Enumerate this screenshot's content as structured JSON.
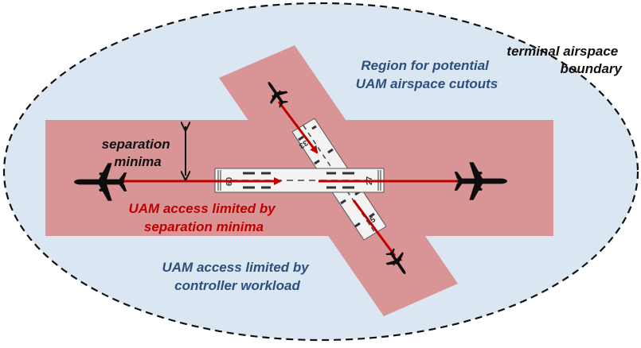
{
  "labels": {
    "boundary": [
      "terminal airspace",
      "boundary"
    ],
    "cutouts": [
      "Region for potential",
      "UAM airspace cutouts"
    ],
    "separation": [
      "separation",
      "minima"
    ],
    "uam_separation": [
      "UAM access limited by",
      "separation minima"
    ],
    "uam_workload": [
      "UAM access limited by",
      "controller workload"
    ]
  },
  "runways": {
    "horizontal": {
      "left_number": "09",
      "right_number": "27"
    },
    "diagonal": {
      "top_number": "33",
      "bottom_number": "15"
    }
  },
  "colors": {
    "airspace_fill": "#dbe6f3",
    "boundary_stroke": "#111111",
    "corridor_fill": "#d99595",
    "runway_fill": "#f3f3f3",
    "flight_path": "#c00000",
    "label_blue": "#2c4f7c",
    "label_red": "#c00000"
  },
  "icons": [
    "airplane-icon",
    "double-arrow-icon"
  ]
}
